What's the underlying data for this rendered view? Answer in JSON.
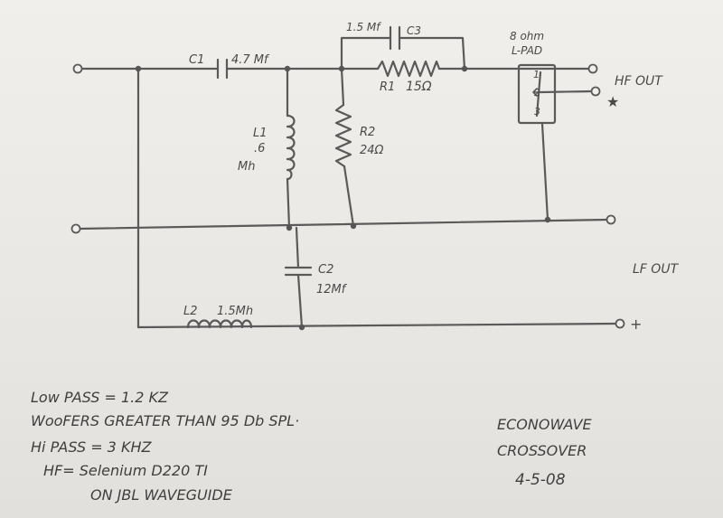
{
  "components": {
    "c1": {
      "name": "C1",
      "value": "4.7 Mf"
    },
    "c3": {
      "name": "C3",
      "value": "1.5 Mf"
    },
    "l1": {
      "name": "L1",
      "value": ".6",
      "unit": "Mh"
    },
    "r1": {
      "name": "R1",
      "value": "15Ω"
    },
    "r2": {
      "name": "R2",
      "value": "24Ω"
    },
    "c2": {
      "name": "C2",
      "value": "12Mf"
    },
    "l2": {
      "name": "L2",
      "value": "1.5Mh"
    },
    "lpad": {
      "value": "8 ohm",
      "name": "L-PAD",
      "pin1": "1",
      "pin2": "2",
      "pin3": "3"
    }
  },
  "outputs": {
    "hf": "HF OUT",
    "hf_plus": "★",
    "lf": "LF OUT",
    "lf_plus": "+"
  },
  "notes": {
    "low_pass": "Low PASS = 1.2 KZ",
    "woofers": "WooFERS GREATER THAN 95 Db SPL·",
    "hi_pass": "Hi PASS = 3 KHZ",
    "hf_driver": "HF= Selenium D220 TI",
    "waveguide": "ON JBL WAVEGUIDE"
  },
  "title": {
    "line1": "ECONOWAVE",
    "line2": "CROSSOVER",
    "date": "4-5-08"
  }
}
